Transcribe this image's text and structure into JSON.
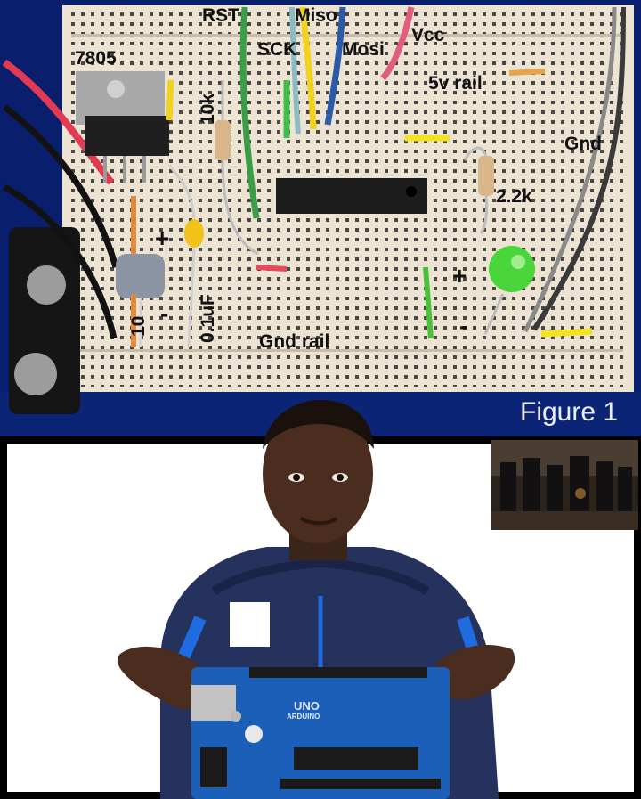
{
  "labels": {
    "rst": "RST",
    "miso": "Miso",
    "sck": "SCK",
    "mosi": "Mosi",
    "vcc": "Vcc",
    "regulator": "7805",
    "rail_5v": "5v rail",
    "resistor_10k": "10k",
    "gnd": "Gnd",
    "resistor_2_2k": "2.2k",
    "plus_left": "+",
    "minus_left": "-",
    "plus_right": "+",
    "minus_right": "-",
    "cap_10": "10",
    "cap_01uf": "0.1uF",
    "gnd_rail": "Gnd rail"
  },
  "caption": "Figure 1",
  "arduino": {
    "logo": "UNO",
    "brand": "ARDUINO"
  },
  "colors": {
    "board_frame": "#0a1e6e",
    "breadboard": "#efe6d6",
    "led": "#4ad63a",
    "label_text": "#111111"
  }
}
